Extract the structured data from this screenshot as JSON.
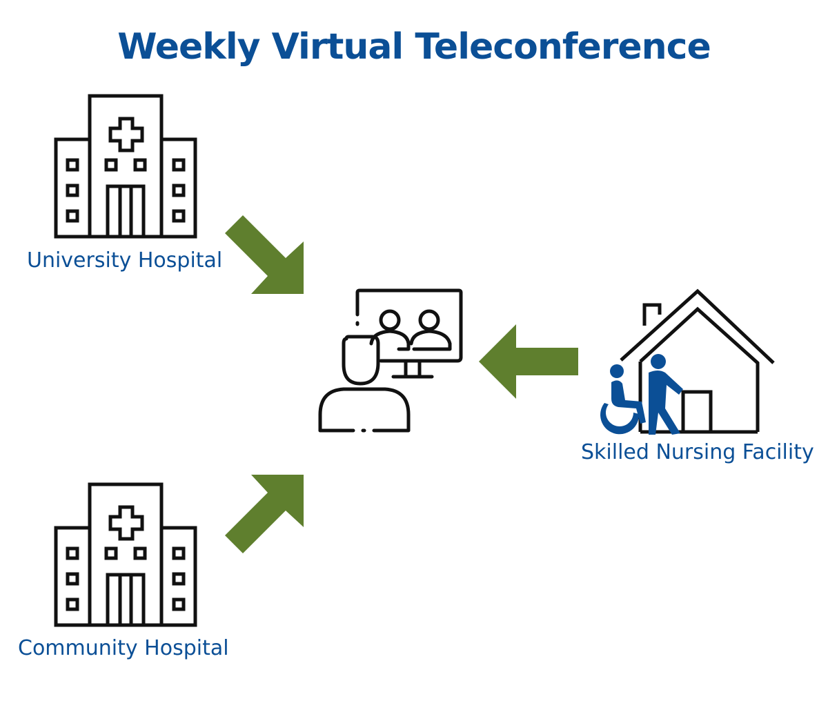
{
  "title": "Weekly Virtual Teleconference",
  "nodes": {
    "university_hospital": {
      "label": "University Hospital",
      "icon": "hospital-icon"
    },
    "community_hospital": {
      "label": "Community Hospital",
      "icon": "hospital-icon"
    },
    "skilled_nursing_facility": {
      "label": "Skilled Nursing Facility",
      "icon": "nursing-home-icon"
    },
    "teleconference": {
      "icon": "video-conference-icon"
    }
  },
  "edges": [
    {
      "from": "university_hospital",
      "to": "teleconference"
    },
    {
      "from": "community_hospital",
      "to": "teleconference"
    },
    {
      "from": "skilled_nursing_facility",
      "to": "teleconference"
    }
  ],
  "colors": {
    "title": "#0b4f96",
    "label": "#0b4f96",
    "arrow": "#5f7f2e",
    "icon_stroke": "#111111",
    "caregiver": "#0b4f96"
  }
}
